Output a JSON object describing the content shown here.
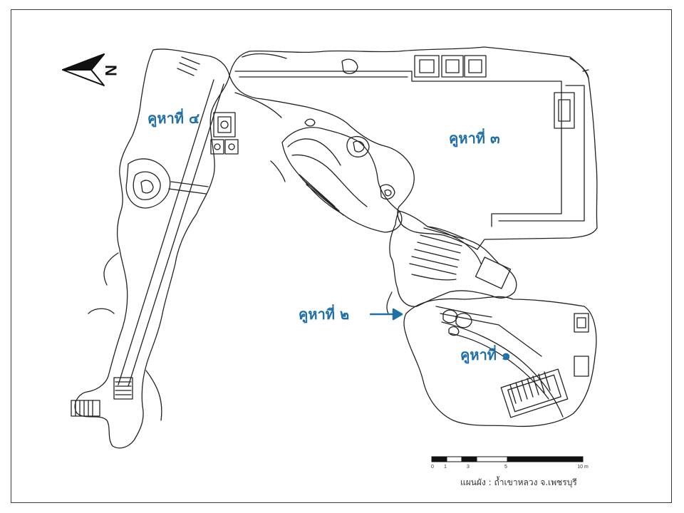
{
  "chambers": {
    "c1": "คูหาที่ ๑",
    "c2": "คูหาที่ ๒",
    "c3": "คูหาที่ ๓",
    "c4": "คูหาที่ ๔"
  },
  "compass": {
    "letter": "N"
  },
  "scale": {
    "ticks": [
      "0",
      "1",
      "3",
      "5",
      "10 m"
    ]
  },
  "caption": "แผนผัง  :  ถ้ำเขาหลวง จ.เพชรบุรี",
  "colors": {
    "label": "#1f6fa8",
    "line": "#222222"
  }
}
